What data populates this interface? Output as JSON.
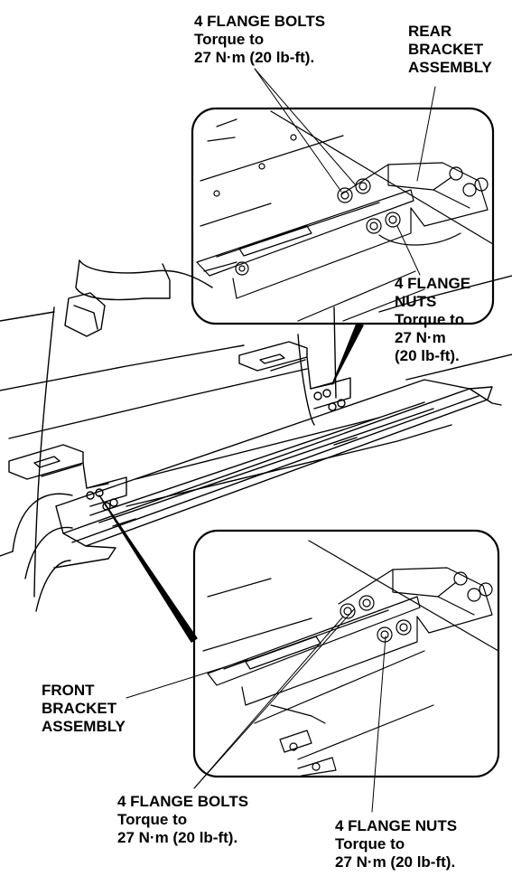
{
  "callouts": {
    "top_bolts": {
      "line1": "4 FLANGE BOLTS",
      "line2": "Torque to",
      "line3": "27 N·m (20 lb-ft)."
    },
    "rear_bracket": {
      "line1": "REAR",
      "line2": "BRACKET",
      "line3": "ASSEMBLY"
    },
    "top_nuts": {
      "line1": "4 FLANGE",
      "line2": "NUTS",
      "line3": "Torque to",
      "line4": "27 N·m",
      "line5": "(20 lb-ft)."
    },
    "front_bracket": {
      "line1": "FRONT",
      "line2": "BRACKET",
      "line3": "ASSEMBLY"
    },
    "bottom_bolts": {
      "line1": "4 FLANGE BOLTS",
      "line2": "Torque to",
      "line3": "27 N·m (20 lb-ft)."
    },
    "bottom_nuts": {
      "line1": "4 FLANGE NUTS",
      "line2": "Torque to",
      "line3": "27 N·m (20 lb-ft)."
    }
  },
  "colors": {
    "ink": "#000000",
    "paper": "#ffffff"
  }
}
